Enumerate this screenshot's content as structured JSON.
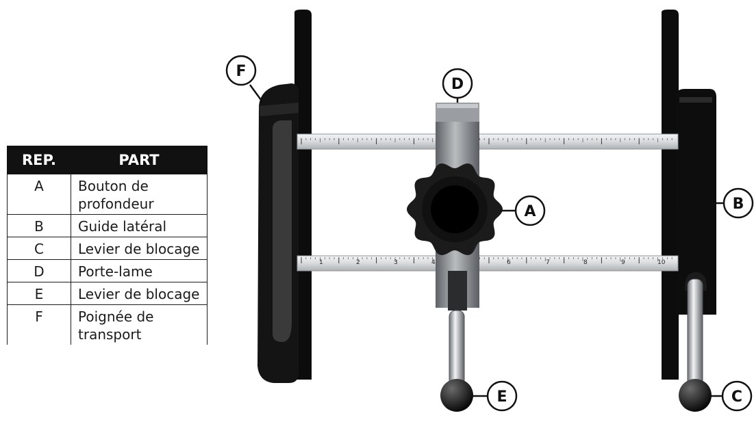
{
  "table": {
    "headers": {
      "rep": "REP.",
      "part": "PART"
    },
    "rows": [
      {
        "rep": "A",
        "part": "Bouton de profondeur"
      },
      {
        "rep": "B",
        "part": "Guide latéral"
      },
      {
        "rep": "C",
        "part": "Levier de blocage"
      },
      {
        "rep": "D",
        "part": "Porte-lame"
      },
      {
        "rep": "E",
        "part": "Levier de blocage"
      },
      {
        "rep": "F",
        "part": "Poignée de transport"
      }
    ]
  },
  "callouts": {
    "a": "A",
    "b": "B",
    "c": "C",
    "d": "D",
    "e": "E",
    "f": "F"
  },
  "ruler": {
    "numbers": [
      "1",
      "2",
      "3",
      "4",
      "6",
      "7",
      "8",
      "9",
      "10"
    ]
  },
  "colors": {
    "plate": "#0c0c0c",
    "rail": "#d8dadc",
    "metal": "#8a8e92",
    "knob": "#1b1b1b"
  }
}
